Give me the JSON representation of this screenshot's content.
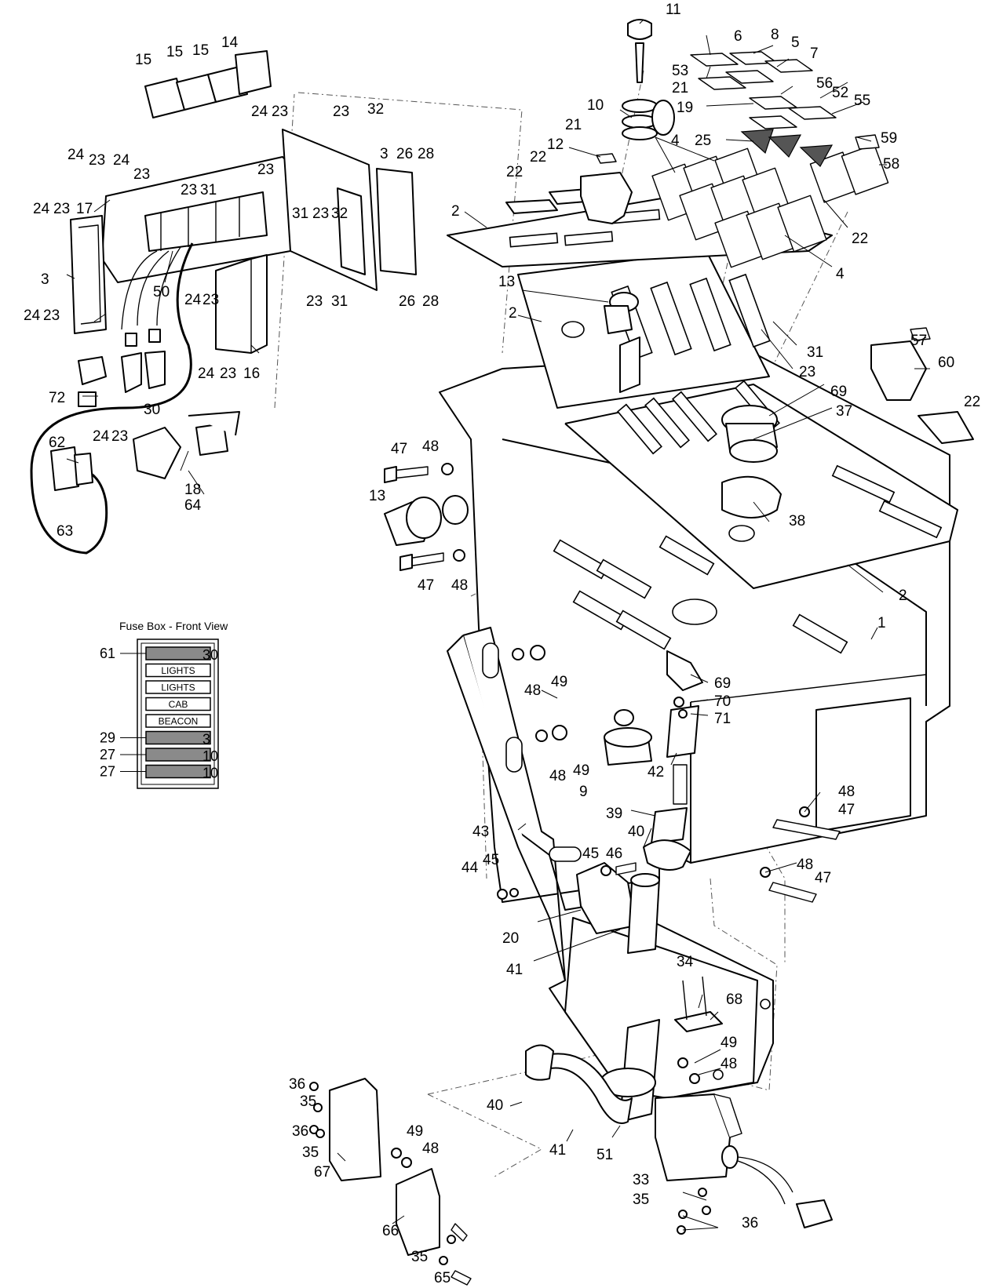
{
  "diagram": {
    "callouts": {
      "c1": "1",
      "c2a": "2",
      "c2b": "2",
      "c2c": "2",
      "c3a": "3",
      "c3b": "3",
      "c4a": "4",
      "c4b": "4",
      "c5": "5",
      "c6": "6",
      "c7": "7",
      "c8": "8",
      "c9": "9",
      "c10": "10",
      "c11": "11",
      "c12": "12",
      "c13a": "13",
      "c13b": "13",
      "c14": "14",
      "c15a": "15",
      "c15b": "15",
      "c15c": "15",
      "c16": "16",
      "c17": "17",
      "c18": "18",
      "c19": "19",
      "c20": "20",
      "c21a": "21",
      "c21b": "21",
      "c22a": "22",
      "c22b": "22",
      "c22c": "22",
      "c22d": "22",
      "c23a": "23",
      "c23b": "23",
      "c23c": "23",
      "c23d": "23",
      "c23e": "23",
      "c23f": "23",
      "c23g": "23",
      "c23h": "23",
      "c23i": "23",
      "c23j": "23",
      "c23k": "23",
      "c23l": "23",
      "c23m": "23",
      "c23n": "23",
      "c24a": "24",
      "c24b": "24",
      "c24c": "24",
      "c24d": "24",
      "c24e": "24",
      "c24f": "24",
      "c24g": "24",
      "c24h": "24",
      "c25": "25",
      "c26a": "26",
      "c26b": "26",
      "c28a": "28",
      "c28b": "28",
      "c30": "30",
      "c31a": "31",
      "c31b": "31",
      "c31c": "31",
      "c31d": "31",
      "c32a": "32",
      "c32b": "32",
      "c33": "33",
      "c34": "34",
      "c35a": "35",
      "c35b": "35",
      "c35c": "35",
      "c35d": "35",
      "c36a": "36",
      "c36b": "36",
      "c36c": "36",
      "c37": "37",
      "c38": "38",
      "c39": "39",
      "c40a": "40",
      "c40b": "40",
      "c41a": "41",
      "c41b": "41",
      "c42": "42",
      "c43": "43",
      "c44": "44",
      "c45a": "45",
      "c45b": "45",
      "c46": "46",
      "c47a": "47",
      "c47b": "47",
      "c47c": "47",
      "c47d": "47",
      "c48a": "48",
      "c48b": "48",
      "c48c": "48",
      "c48d": "48",
      "c48e": "48",
      "c48f": "48",
      "c48g": "48",
      "c48h": "48",
      "c49a": "49",
      "c49b": "49",
      "c49c": "49",
      "c49d": "49",
      "c50": "50",
      "c51": "51",
      "c52": "52",
      "c53": "53",
      "c55": "55",
      "c56": "56",
      "c57": "57",
      "c58": "58",
      "c59": "59",
      "c60": "60",
      "c62": "62",
      "c63": "63",
      "c64": "64",
      "c65": "65",
      "c66": "66",
      "c67": "67",
      "c68": "68",
      "c69a": "69",
      "c69b": "69",
      "c70": "70",
      "c71": "71",
      "c72": "72"
    },
    "fuse_box": {
      "title": "Fuse Box - Front View",
      "rows": [
        {
          "left": "61",
          "label": "",
          "right": "30",
          "shaded": true
        },
        {
          "left": "",
          "label": "LIGHTS",
          "right": "",
          "shaded": false
        },
        {
          "left": "",
          "label": "LIGHTS",
          "right": "",
          "shaded": false
        },
        {
          "left": "",
          "label": "CAB",
          "right": "",
          "shaded": false
        },
        {
          "left": "",
          "label": "BEACON",
          "right": "",
          "shaded": false
        },
        {
          "left": "29",
          "label": "",
          "right": "3",
          "shaded": true
        },
        {
          "left": "27",
          "label": "",
          "right": "10",
          "shaded": true
        },
        {
          "left": "27",
          "label": "",
          "right": "10",
          "shaded": true
        }
      ]
    }
  }
}
